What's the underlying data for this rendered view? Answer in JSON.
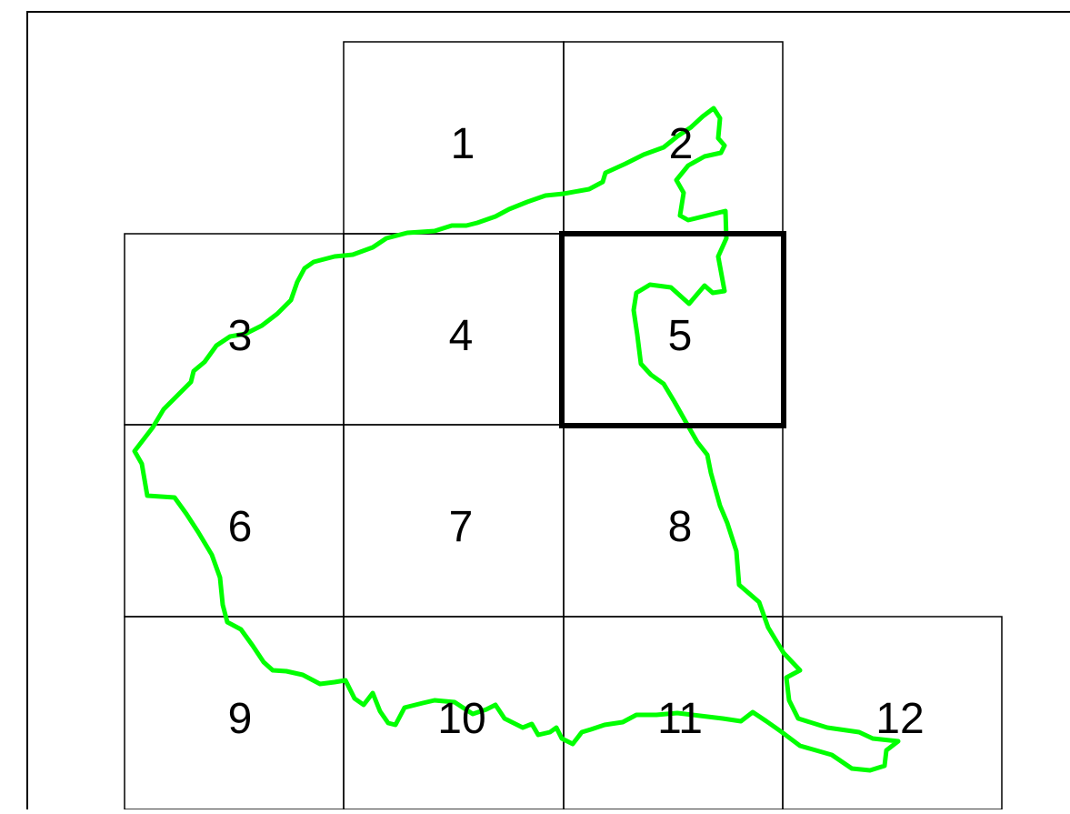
{
  "map": {
    "boundary_color": "#00ff00",
    "grid_color": "#000000",
    "selected_tile": "5",
    "tiles": [
      {
        "id": "t1",
        "label": "1"
      },
      {
        "id": "t2",
        "label": "2"
      },
      {
        "id": "t3",
        "label": "3"
      },
      {
        "id": "t4",
        "label": "4"
      },
      {
        "id": "t5",
        "label": "5"
      },
      {
        "id": "t6",
        "label": "6"
      },
      {
        "id": "t7",
        "label": "7"
      },
      {
        "id": "t8",
        "label": "8"
      },
      {
        "id": "t9",
        "label": "9"
      },
      {
        "id": "t10",
        "label": "10"
      },
      {
        "id": "t11",
        "label": "11"
      },
      {
        "id": "t12",
        "label": "12"
      }
    ]
  }
}
